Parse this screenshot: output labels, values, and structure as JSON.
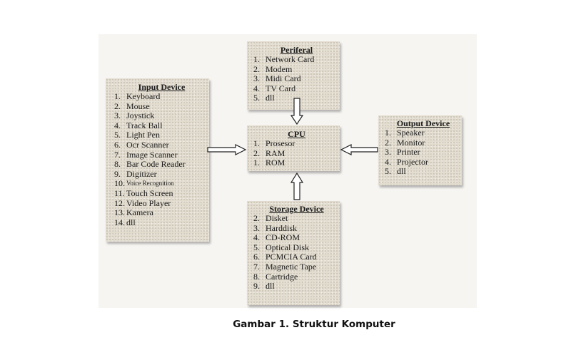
{
  "boxes": {
    "input": {
      "title": "Input Device",
      "items": [
        {
          "num": "1.",
          "text": "Keyboard"
        },
        {
          "num": "2.",
          "text": "Mouse"
        },
        {
          "num": "3.",
          "text": "Joystick"
        },
        {
          "num": "4.",
          "text": "Track Ball"
        },
        {
          "num": "5.",
          "text": "Light Pen"
        },
        {
          "num": "6.",
          "text": "Ocr Scanner"
        },
        {
          "num": "7.",
          "text": "Image Scanner"
        },
        {
          "num": "8.",
          "text": "Bar Code Reader"
        },
        {
          "num": "9.",
          "text": "Digitizer"
        },
        {
          "num": "10.",
          "text": "Voice Recognition"
        },
        {
          "num": "11.",
          "text": "Touch Screen"
        },
        {
          "num": "12.",
          "text": "Video Player"
        },
        {
          "num": "13.",
          "text": "Kamera"
        },
        {
          "num": "14.",
          "text": "dll"
        }
      ]
    },
    "peripheral": {
      "title": "Periferal",
      "items": [
        {
          "num": "1.",
          "text": "Network Card"
        },
        {
          "num": "2.",
          "text": "Modem"
        },
        {
          "num": "3.",
          "text": "Midi Card"
        },
        {
          "num": "4.",
          "text": "TV Card"
        },
        {
          "num": "5.",
          "text": "dll"
        }
      ]
    },
    "cpu": {
      "title": "CPU",
      "items": [
        {
          "num": "1.",
          "text": "Prosesor"
        },
        {
          "num": "2.",
          "text": "RAM"
        },
        {
          "num": "1.",
          "text": "ROM"
        }
      ]
    },
    "storage": {
      "title": "Storage Device",
      "items": [
        {
          "num": "2.",
          "text": "Disket"
        },
        {
          "num": "3.",
          "text": "Harddisk"
        },
        {
          "num": "4.",
          "text": "CD-ROM"
        },
        {
          "num": "5.",
          "text": "Optical Disk"
        },
        {
          "num": "6.",
          "text": "PCMCIA Card"
        },
        {
          "num": "7.",
          "text": "Magnetic Tape"
        },
        {
          "num": "8.",
          "text": "Cartridge"
        },
        {
          "num": "9.",
          "text": "dll"
        }
      ]
    },
    "output": {
      "title": "Output Device",
      "items": [
        {
          "num": "1.",
          "text": "Speaker"
        },
        {
          "num": "2.",
          "text": "Monitor"
        },
        {
          "num": "3.",
          "text": "Printer"
        },
        {
          "num": "4.",
          "text": "Projector"
        },
        {
          "num": "5.",
          "text": "dll"
        }
      ]
    }
  },
  "caption": "Gambar 1. Struktur Komputer",
  "colors": {
    "box_fill": "#e2dccf",
    "arrow_stroke": "#222222",
    "text": "#1a1a1a"
  }
}
